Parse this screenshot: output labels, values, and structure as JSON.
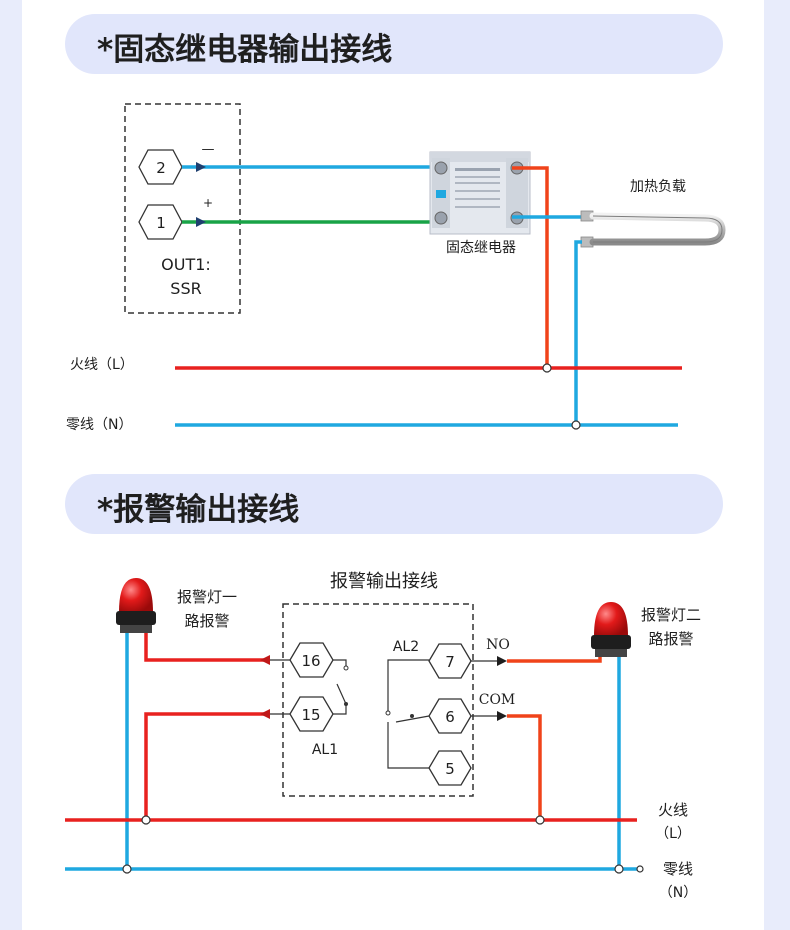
{
  "sections": {
    "ssr_title": "*固态继电器输出接线",
    "alarm_title": "*报警输出接线"
  },
  "ssr": {
    "terminal_2": "2",
    "terminal_1": "1",
    "minus_sign": "—",
    "plus_sign": "+",
    "out_label_line1": "OUT1:",
    "out_label_line2": "SSR",
    "relay_label": "固态继电器",
    "load_label": "加热负载",
    "live_label": "火线（L）",
    "neutral_label": "零线（N）"
  },
  "alarm": {
    "box_title": "报警输出接线",
    "lamp1_line1": "报警灯一",
    "lamp1_line2": "路报警",
    "lamp2_line1": "报警灯二",
    "lamp2_line2": "路报警",
    "terminal_16": "16",
    "terminal_15": "15",
    "terminal_7": "7",
    "terminal_6": "6",
    "terminal_5": "5",
    "al1_label": "AL1",
    "al2_label": "AL2",
    "no_label": "NO",
    "com_label": "COM",
    "live_line1": "火线",
    "live_line2": "（L）",
    "neutral_line1": "零线",
    "neutral_line2": "（N）"
  },
  "colors": {
    "live_wire": "#e8211f",
    "neutral_wire": "#1fa8e0",
    "positive_wire": "#18a347",
    "orange_wire": "#f0431a",
    "header_bg": "#e1e6fb",
    "page_bg": "#e8ecfb"
  }
}
